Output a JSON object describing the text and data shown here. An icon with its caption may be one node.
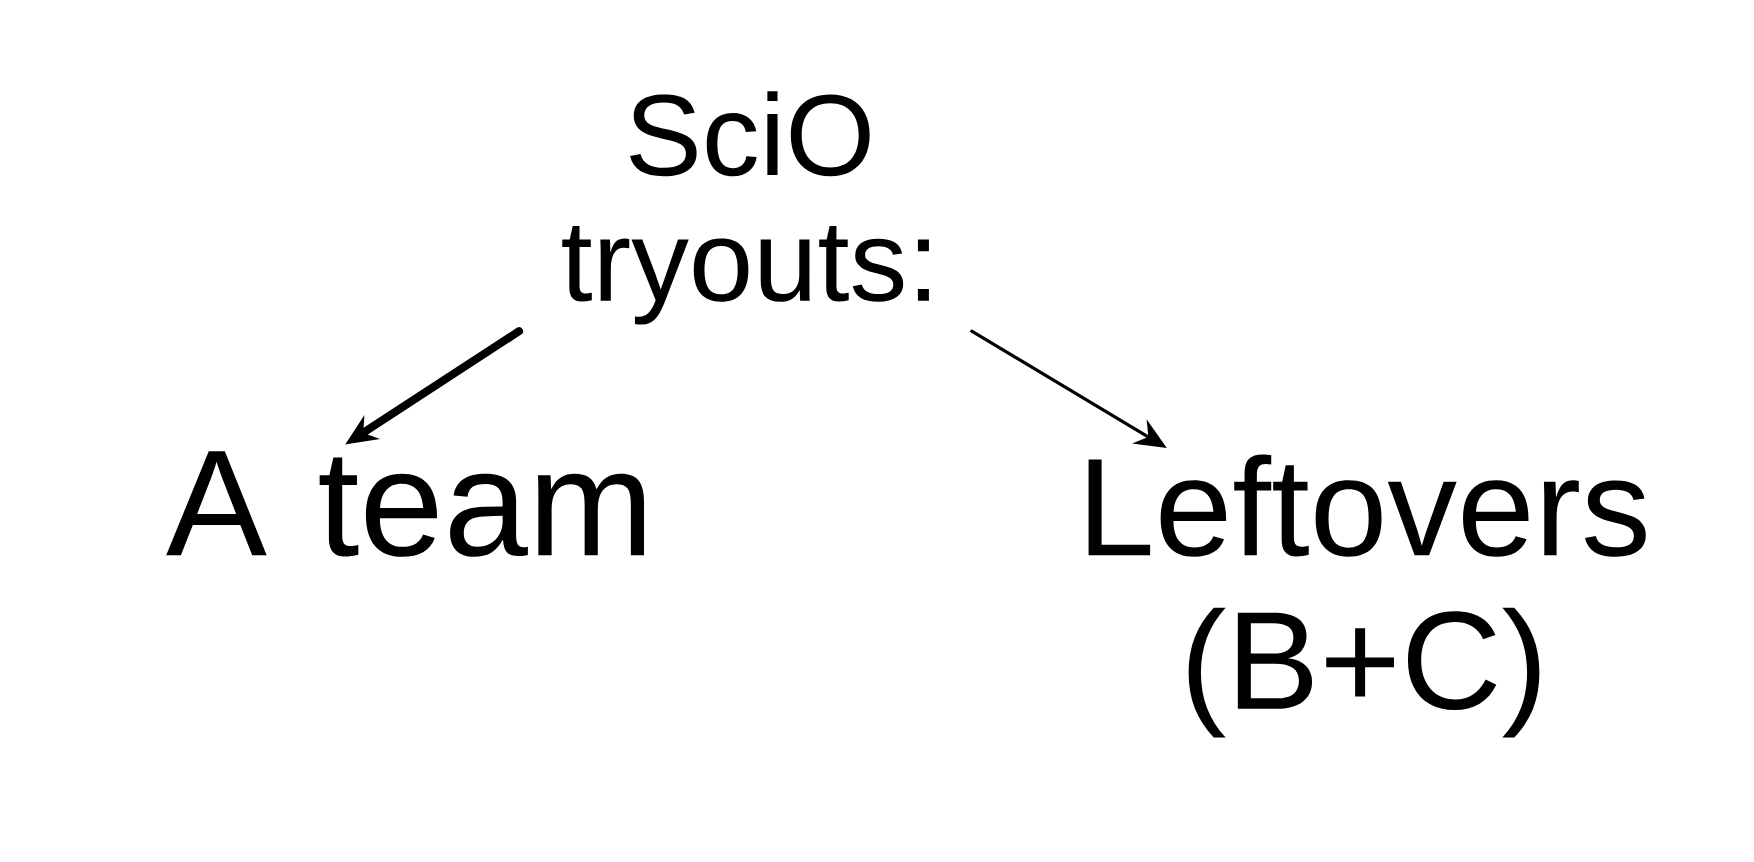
{
  "diagram": {
    "nodes": [
      {
        "text": [
          "SciO tryouts:"
        ]
      },
      {
        "text": [
          "A team"
        ]
      },
      {
        "text": [
          "Leftovers (B+C)"
        ]
      }
    ],
    "edges": [
      {
        "from": 0,
        "to": 1,
        "arrow": "to",
        "style": "thick"
      },
      {
        "from": 0,
        "to": 2,
        "arrow": "to"
      }
    ]
  }
}
